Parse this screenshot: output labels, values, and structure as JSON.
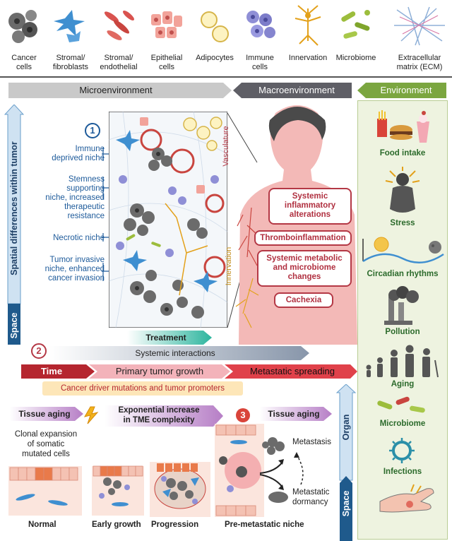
{
  "legend": [
    {
      "label": "Cancer\ncells",
      "icon": "cancer-cells-icon"
    },
    {
      "label": "Stromal/\nfibroblasts",
      "icon": "fibroblast-icon"
    },
    {
      "label": "Stromal/\nendothelial",
      "icon": "endothelial-icon"
    },
    {
      "label": "Epithelial\ncells",
      "icon": "epithelial-icon"
    },
    {
      "label": "Adipocytes",
      "icon": "adipocyte-icon"
    },
    {
      "label": "Immune\ncells",
      "icon": "immune-cell-icon"
    },
    {
      "label": "Innervation",
      "icon": "neuron-icon"
    },
    {
      "label": "Microbiome",
      "icon": "microbe-icon"
    },
    {
      "label": "Extracellular\nmatrix (ECM)",
      "icon": "ecm-icon"
    }
  ],
  "headers": {
    "micro": "Microenvironment",
    "macro": "Macroenvironment",
    "env": "Environment"
  },
  "side": {
    "spatial": "Spatial differences within tumor",
    "space": "Space",
    "organ": "Organ",
    "space2": "Space"
  },
  "niches": [
    "Immune\ndeprived niche",
    "Stemness\nsupporting\nniche, increased\ntherapeutic\nresistance",
    "Necrotic niche",
    "Tumor invasive\nniche, enhanced\ncancer invasion"
  ],
  "markers": {
    "one": "1",
    "two": "2",
    "three": "3"
  },
  "body_labels": {
    "vasculature": "Vasculature",
    "innervation": "Innervation"
  },
  "systemic_boxes": [
    "Systemic\ninflammatory\nalterations",
    "Thromboinflammation",
    "Systemic metabolic\nand microbiome\nchanges",
    "Cachexia"
  ],
  "environment": [
    "Food intake",
    "Stress",
    "Circadian rhythms",
    "Pollution",
    "Aging",
    "Microbiome",
    "Infections"
  ],
  "arrows": {
    "treatment": "Treatment",
    "systemic": "Systemic interactions",
    "time": "Time",
    "primary": "Primary tumor growth",
    "metastatic": "Metastatic spreading",
    "drivers": "Cancer driver mutations and tumor promoters",
    "tissue_aging": "Tissue aging",
    "exponential": "Exponential increase\nin TME complexity",
    "tissue_aging2": "Tissue aging"
  },
  "bottom": {
    "clonal": "Clonal expansion\nof somatic\nmutated cells",
    "metastasis": "Metastasis",
    "dormancy": "Metastatic\ndormancy",
    "stages": [
      "Normal",
      "Early growth",
      "Progression",
      "Pre-metastatic niche"
    ]
  },
  "colors": {
    "blue": "#1d5a9a",
    "red": "#b43845",
    "green": "#2b6a2b",
    "env_bg": "#eef3e0"
  }
}
